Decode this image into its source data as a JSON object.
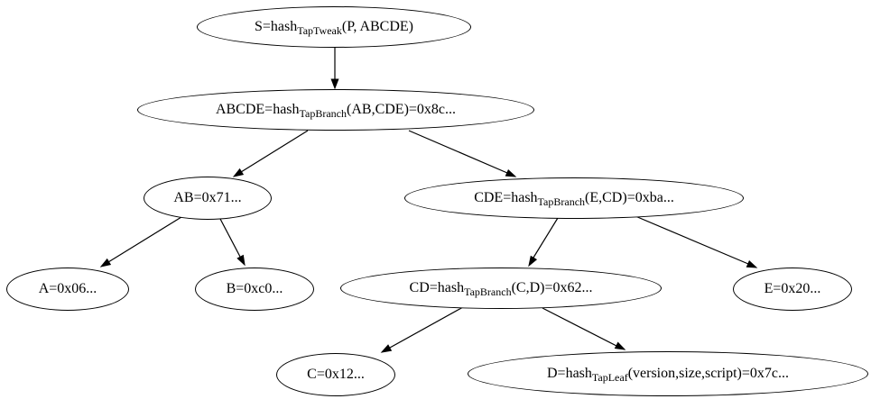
{
  "diagram": {
    "description": "Taproot Merkle tree hash diagram",
    "background_color": "#ffffff",
    "stroke_color": "#000000",
    "nodes": {
      "S": {
        "pre": "S=hash",
        "sub": "TapTweak",
        "post": "(P, ABCDE)"
      },
      "ABCDE": {
        "pre": "ABCDE=hash",
        "sub": "TapBranch",
        "post": "(AB,CDE)=0x8c..."
      },
      "AB": {
        "pre": "AB=0x71..."
      },
      "CDE": {
        "pre": "CDE=hash",
        "sub": "TapBranch",
        "post": "(E,CD)=0xba..."
      },
      "A": {
        "pre": "A=0x06..."
      },
      "B": {
        "pre": "B=0xc0..."
      },
      "CD": {
        "pre": "CD=hash",
        "sub": "TapBranch",
        "post": "(C,D)=0x62..."
      },
      "E": {
        "pre": "E=0x20..."
      },
      "C": {
        "pre": "C=0x12..."
      },
      "D": {
        "pre": "D=hash",
        "sub": "TapLeaf",
        "post": "(version,size,script)=0x7c..."
      }
    },
    "edges": [
      {
        "from": "S",
        "to": "ABCDE"
      },
      {
        "from": "ABCDE",
        "to": "AB"
      },
      {
        "from": "ABCDE",
        "to": "CDE"
      },
      {
        "from": "AB",
        "to": "A"
      },
      {
        "from": "AB",
        "to": "B"
      },
      {
        "from": "CDE",
        "to": "CD"
      },
      {
        "from": "CDE",
        "to": "E"
      },
      {
        "from": "CD",
        "to": "C"
      },
      {
        "from": "CD",
        "to": "D"
      }
    ]
  }
}
